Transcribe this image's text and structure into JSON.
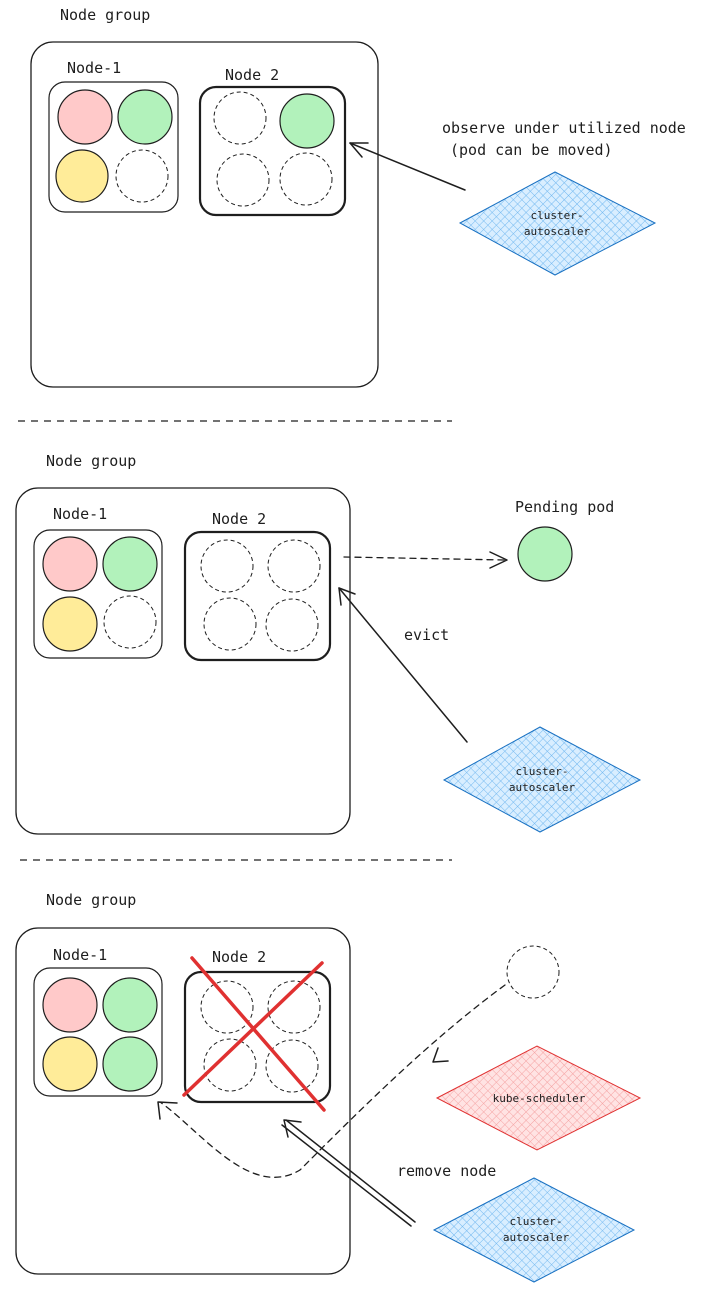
{
  "colors": {
    "pod_red": "#ffc9c9",
    "pod_green": "#b2f2bb",
    "pod_yellow": "#ffec99",
    "autoscaler_fill": "#a5d8ff",
    "scheduler_fill": "#ffc9c9",
    "cross": "#e03131"
  },
  "panel1": {
    "group_label": "Node group",
    "node1_label": "Node-1",
    "node2_label": "Node 2",
    "annotation_line1": "observe under utilized node",
    "annotation_line2": "(pod can be moved)",
    "autoscaler_line1": "cluster-",
    "autoscaler_line2": "autoscaler"
  },
  "panel2": {
    "group_label": "Node group",
    "node1_label": "Node-1",
    "node2_label": "Node 2",
    "pending_label": "Pending pod",
    "evict_label": "evict",
    "autoscaler_line1": "cluster-",
    "autoscaler_line2": "autoscaler"
  },
  "panel3": {
    "group_label": "Node group",
    "node1_label": "Node-1",
    "node2_label": "Node 2",
    "scheduler_label": "kube-scheduler",
    "remove_label": "remove node",
    "autoscaler_line1": "cluster-",
    "autoscaler_line2": "autoscaler"
  }
}
